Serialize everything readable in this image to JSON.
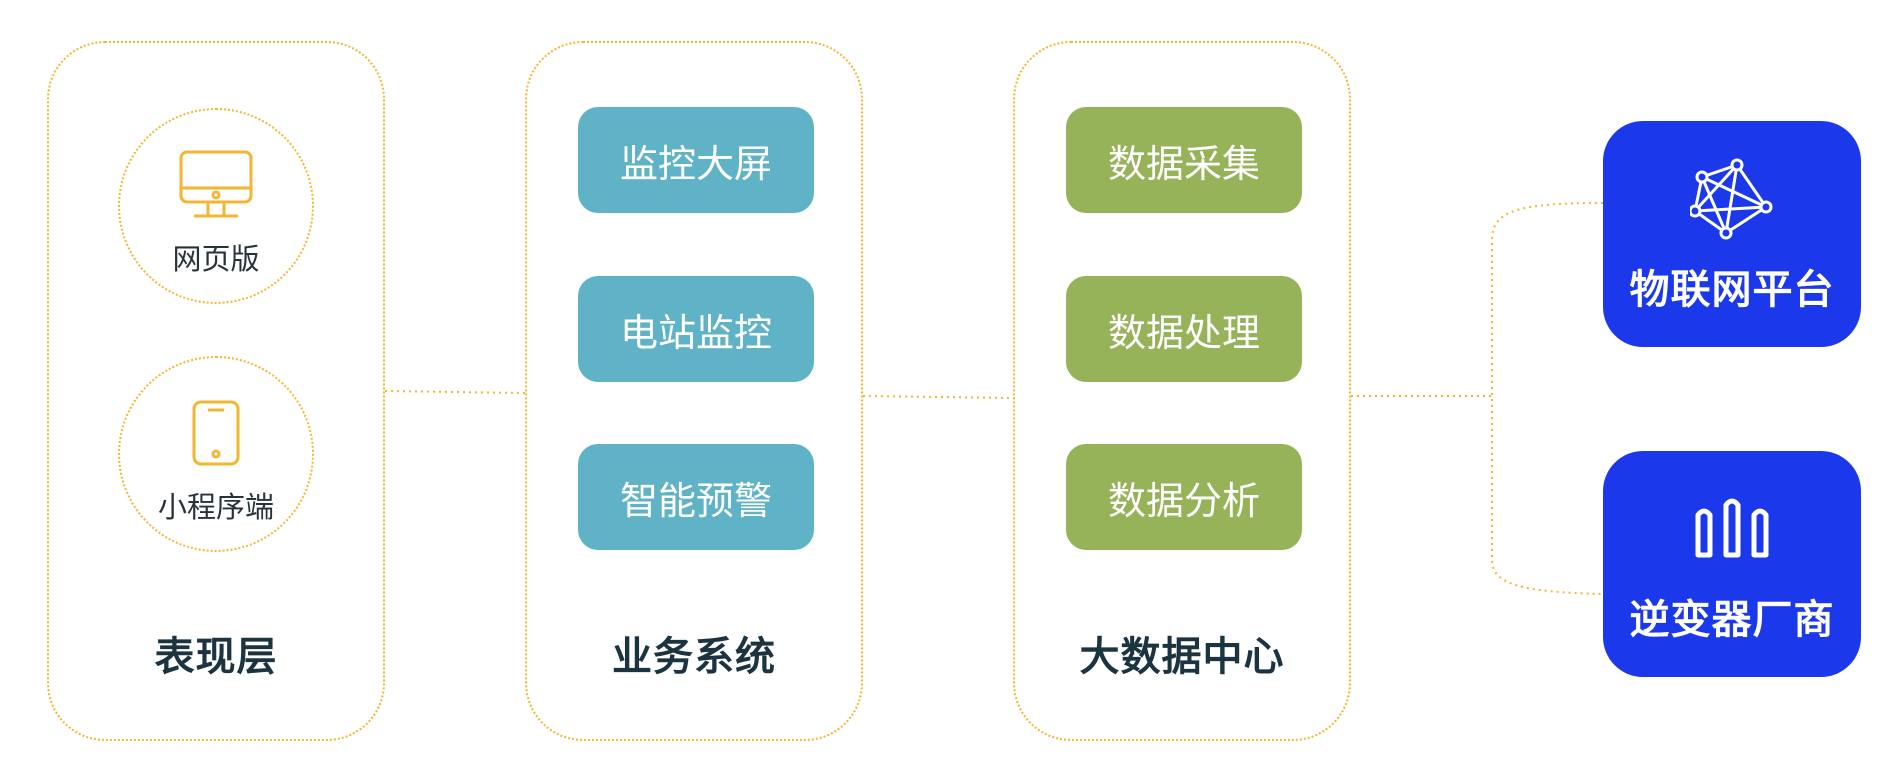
{
  "columns": [
    {
      "title": "表现层",
      "items": [
        "网页版",
        "小程序端"
      ]
    },
    {
      "title": "业务系统",
      "items": [
        "监控大屏",
        "电站监控",
        "智能预警"
      ]
    },
    {
      "title": "大数据中心",
      "items": [
        "数据采集",
        "数据处理",
        "数据分析"
      ]
    }
  ],
  "platforms": [
    "物联网平台",
    "逆变器厂商"
  ],
  "icons": {
    "web": "monitor-icon",
    "mini": "tablet-icon",
    "iot": "network-icon",
    "inverter": "factory-icon"
  },
  "colors": {
    "border": "#f2b632",
    "icon_outline": "#f2b632",
    "business_pill": "#60b3c6",
    "data_pill": "#97b35a",
    "platform": "#1b39ea",
    "title_text": "#1c3340"
  }
}
